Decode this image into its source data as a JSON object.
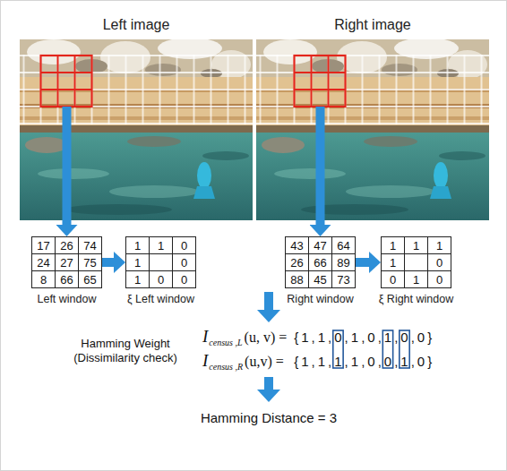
{
  "diagram": {
    "nodes": [
      {
        "text": [
          "Left image"
        ]
      },
      {
        "text": [
          "Right image"
        ]
      },
      {
        "text": [
          "17",
          "26",
          "74",
          "24",
          "27",
          "75",
          "8",
          "66",
          "65",
          "Left window"
        ]
      },
      {
        "text": [
          "1",
          "1",
          "0",
          "1",
          "0",
          "1",
          "0",
          "0",
          "ξ Left window"
        ]
      },
      {
        "text": [
          "43",
          "47",
          "64",
          "26",
          "66",
          "89",
          "88",
          "45",
          "73",
          "Right window"
        ]
      },
      {
        "text": [
          "1",
          "1",
          "1",
          "1",
          "0",
          "0",
          "1",
          "0",
          "ξ Right window"
        ]
      }
    ],
    "edges": [
      {
        "from": 0,
        "to": 2,
        "arrow": "to"
      },
      {
        "from": 2,
        "to": 3,
        "arrow": "to"
      },
      {
        "from": 1,
        "to": 4,
        "arrow": "to"
      },
      {
        "from": 4,
        "to": 5,
        "arrow": "to"
      }
    ],
    "labels": [
      "Hamming Weight (Dissimilarity check)",
      "I",
      "census ,L",
      "(u, v) =",
      "{1,1,0,1,0,1,0,0}",
      "I",
      "census ,R",
      "(u,v) =",
      "{1,1,1,1,0,0,1,0}",
      "Hamming Distance = 3"
    ]
  }
}
